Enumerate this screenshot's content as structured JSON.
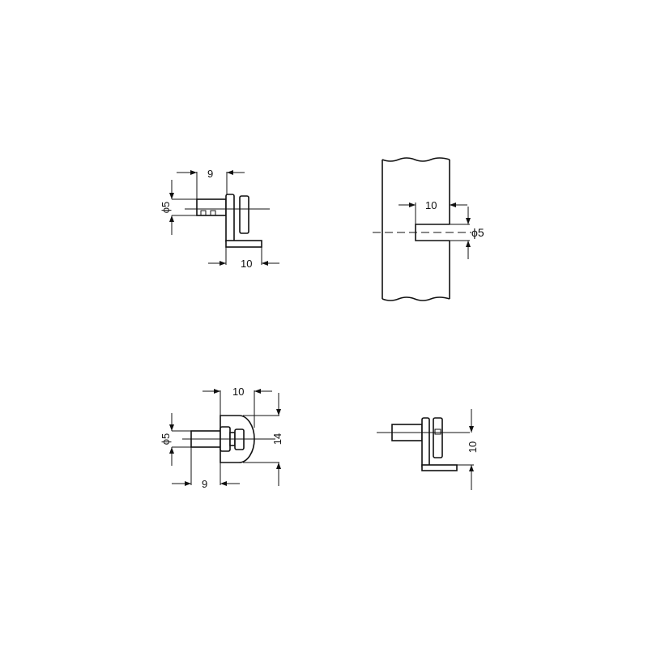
{
  "views": {
    "top_left": {
      "dim_length": "9",
      "dim_diameter": "ϕ5",
      "dim_foot": "10"
    },
    "top_right": {
      "dim_depth": "10",
      "dim_diameter": "ϕ5"
    },
    "bottom_left": {
      "dim_cap": "10",
      "dim_height": "14",
      "dim_diameter": "ϕ5",
      "dim_length": "9"
    },
    "bottom_right": {
      "dim_foot": "10"
    }
  }
}
